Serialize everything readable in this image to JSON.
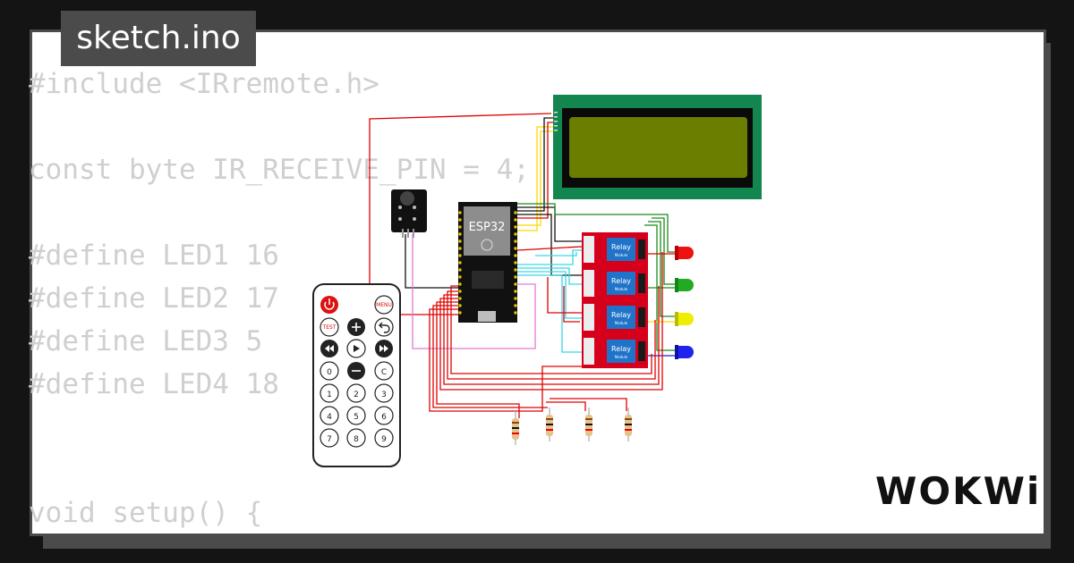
{
  "tab": {
    "filename": "sketch.ino"
  },
  "code_lines": [
    "#include <IRremote.h>",
    "",
    "const byte IR_RECEIVE_PIN = 4;",
    "",
    "#define LED1 16",
    "#define LED2 17",
    "#define LED3 5",
    "#define LED4 18",
    "",
    "",
    "void setup() {"
  ],
  "diagram": {
    "esp32_label": "ESP32",
    "relay_label": "Relay",
    "relay_sublabel": "Module",
    "remote": {
      "menu_label": "MENU",
      "test_label": "TEST",
      "digits": [
        "0",
        "C",
        "1",
        "2",
        "3",
        "4",
        "5",
        "6",
        "7",
        "8",
        "9"
      ]
    }
  },
  "brand": {
    "logo_text": "WOKWi"
  },
  "colors": {
    "frame": "#4b4b4b",
    "lcd_green": "#13864f",
    "lcd_screen": "#6b7e00",
    "relay_red": "#d6001c",
    "relay_blue": "#1f73c8",
    "wire_red": "#e00000",
    "wire_yellow": "#ffd800",
    "wire_cyan": "#39d6e6",
    "wire_green": "#1a8a1a"
  }
}
